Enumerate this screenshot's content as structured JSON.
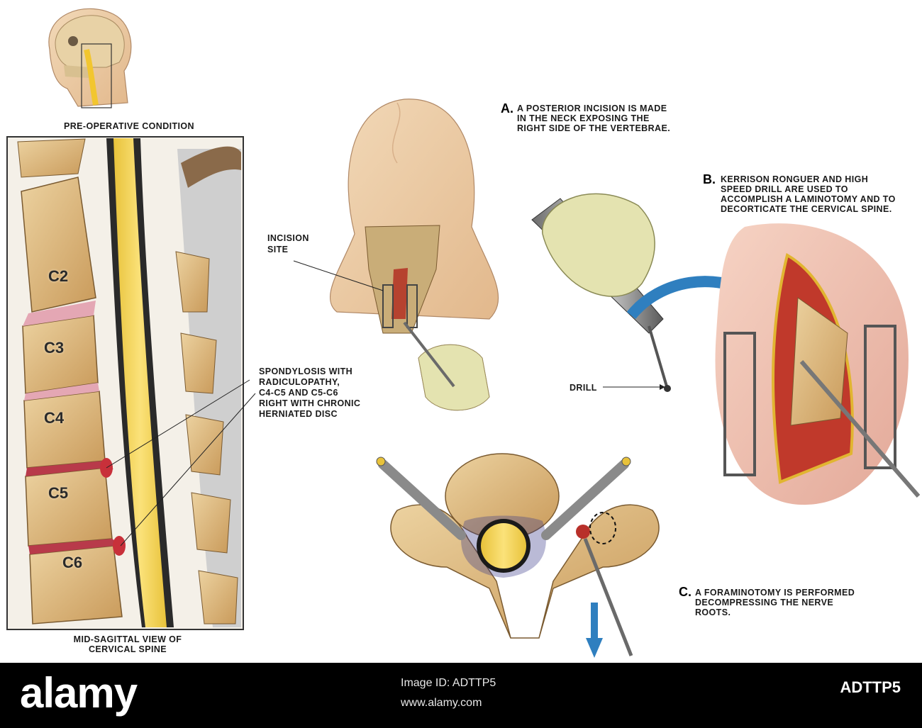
{
  "captions": {
    "preop": "PRE-OPERATIVE CONDITION",
    "midsag_line1": "MID-SAGITTAL VIEW OF",
    "midsag_line2": "CERVICAL SPINE",
    "incision_line1": "INCISION",
    "incision_line2": "SITE",
    "spondy_line1": "SPONDYLOSIS WITH",
    "spondy_line2": "RADICULOPATHY,",
    "spondy_line3": "C4-C5 AND C5-C6",
    "spondy_line4": "RIGHT WITH CHRONIC",
    "spondy_line5": "HERNIATED DISC",
    "drill": "DRILL"
  },
  "steps": {
    "a_letter": "A.",
    "a_line1": "A POSTERIOR INCISION IS MADE",
    "a_line2": "IN THE NECK EXPOSING THE",
    "a_line3": "RIGHT SIDE OF THE VERTEBRAE.",
    "b_letter": "B.",
    "b_line1": "KERRISON RONGUER AND HIGH",
    "b_line2": "SPEED DRILL ARE USED TO",
    "b_line3": "ACCOMPLISH A LAMINOTOMY AND TO",
    "b_line4": "DECORTICATE THE CERVICAL SPINE.",
    "c_letter": "C.",
    "c_line1": "A FORAMINOTOMY IS PERFORMED",
    "c_line2": "DECOMPRESSING THE NERVE",
    "c_line3": "ROOTS."
  },
  "vertebrae": [
    "C2",
    "C3",
    "C4",
    "C5",
    "C6"
  ],
  "footer": {
    "logo": "alamy",
    "line1": "Image ID: ADTTP5",
    "line2": "www.alamy.com",
    "image_id": "ADTTP5"
  },
  "colors": {
    "bone": "#d9b27a",
    "cord": "#f2d24a",
    "disc": "#d58a9a",
    "muscle": "#c0392b",
    "arrow": "#2f7fbf",
    "glove": "#e4e3b0"
  }
}
